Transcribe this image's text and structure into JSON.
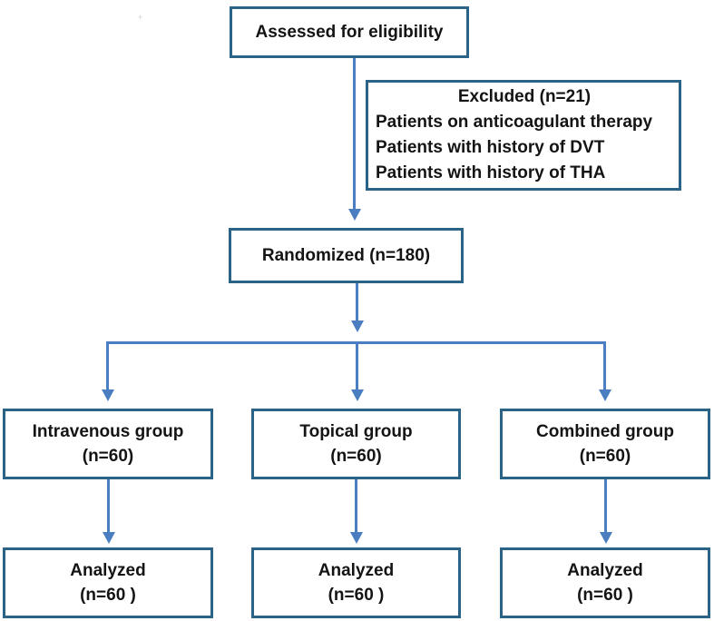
{
  "figure": {
    "type": "consort-flow-diagram",
    "boxes": {
      "assessed": {
        "label": "Assessed for eligibility"
      },
      "excluded": {
        "title": "Excluded (n=21)",
        "reasons": [
          "Patients on anticoagulant therapy",
          "Patients with history of DVT",
          "Patients with history of THA"
        ]
      },
      "randomized": {
        "label": "Randomized (n=180)"
      },
      "groups": [
        {
          "name": "Intravenous group",
          "n": "(n=60)"
        },
        {
          "name": "Topical group",
          "n": "(n=60)"
        },
        {
          "name": "Combined group",
          "n": "(n=60)"
        }
      ],
      "analyzed": [
        {
          "name": "Analyzed",
          "n": "(n=60 )"
        },
        {
          "name": "Analyzed",
          "n": "(n=60 )"
        },
        {
          "name": "Analyzed",
          "n": "(n=60 )"
        }
      ]
    },
    "colors": {
      "box_border": "#2a6385",
      "arrow": "#4a7ec1",
      "text": "#141414",
      "background": "#ffffff"
    }
  }
}
